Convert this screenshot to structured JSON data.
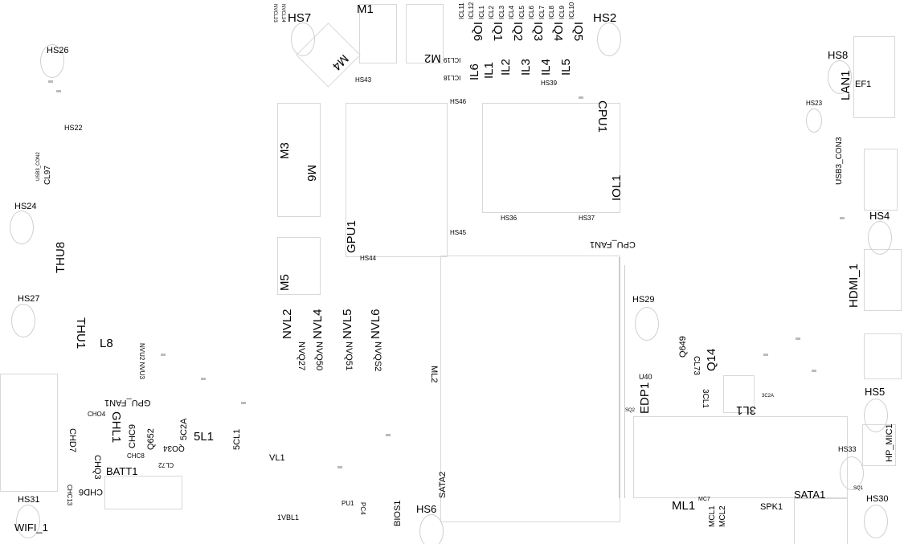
{
  "board": {
    "heatsinks": [
      "HS26",
      "HS22",
      "HS24",
      "HS27",
      "HS31",
      "HS7",
      "HS43",
      "HS44",
      "HS2",
      "HS46",
      "HS39",
      "HS36",
      "HS37",
      "HS45",
      "HS8",
      "HS23",
      "HS4",
      "HS29",
      "HS5",
      "HS33",
      "HS30",
      "HS6"
    ],
    "components_left": [
      "THU8",
      "THU1",
      "L8",
      "WIFI_1",
      "BATT1",
      "CHD7",
      "CHQ3",
      "CHD6",
      "GHL1",
      "GPU_FAN1",
      "CHC9",
      "Q652",
      "5C2A",
      "5L1",
      "5CL1",
      "VL1",
      "1VBL1",
      "NVU2 NVU3",
      "CHO4",
      "CHC8",
      "QO34",
      "CL72",
      "CHC13",
      "USB3_CON2",
      "CL97"
    ],
    "components_center": [
      "M1",
      "M4",
      "M2",
      "M3",
      "M6",
      "M5",
      "GPU1",
      "NVL2",
      "NVL4",
      "NVL5",
      "NVL6",
      "NVQ27",
      "NVQ50",
      "NVQ51",
      "NVQS2",
      "ML2",
      "SATA2",
      "BIOS1",
      "PU1",
      "PC4",
      "NVCL23",
      "NVCL24"
    ],
    "components_top": [
      "IQ6",
      "IQ1",
      "IQ2",
      "IQ3",
      "IQ4",
      "IQ5",
      "IL6",
      "IL1",
      "IL2",
      "IL3",
      "IL4",
      "IL5",
      "ICL11",
      "ICL12",
      "ICL1",
      "ICL2",
      "ICL3",
      "ICL4",
      "ICL5",
      "ICL6",
      "ICL7",
      "ICL8",
      "ICL9",
      "ICL10",
      "ICL19",
      "ICL18",
      "CPU1",
      "IOL1",
      "CPU_FAN1"
    ],
    "components_right": [
      "LAN1",
      "USB3_CON3",
      "HDMI_1",
      "Q649",
      "CL73",
      "Q14",
      "3CL1",
      "3L1",
      "U40",
      "EDP1",
      "HP_MIC1",
      "SATA1",
      "SPK1",
      "ML1",
      "MCL1",
      "MCL2",
      "MC7",
      "SQ1",
      "SQ2",
      "3C2A",
      "EF1"
    ]
  }
}
